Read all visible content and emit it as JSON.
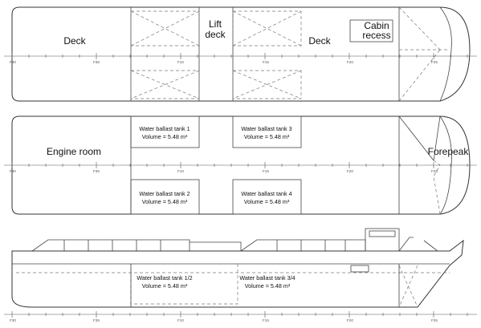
{
  "deck_plan": {
    "deck_left": "Deck",
    "lift_deck": [
      "Lift",
      "deck"
    ],
    "deck_right": "Deck",
    "cabin_recess": [
      "Cabin",
      "recess"
    ]
  },
  "tank_plan": {
    "engine_room": "Engine room",
    "forepeak": "Forepeak",
    "tanks": [
      {
        "name": "Water ballast tank 1",
        "volume": "Volume = 5.48 m³"
      },
      {
        "name": "Water ballast tank 3",
        "volume": "Volume = 5.48 m³"
      },
      {
        "name": "Water ballast tank 2",
        "volume": "Volume = 5.48 m³"
      },
      {
        "name": "Water ballast tank 4",
        "volume": "Volume = 5.48 m³"
      }
    ]
  },
  "side_view": {
    "tanks": [
      {
        "name": "Water ballast tank 1/2",
        "volume": "Volume = 5.48 m³"
      },
      {
        "name": "Water ballast tank 3/4",
        "volume": "Volume = 5.48 m³"
      }
    ]
  },
  "frame_labels": [
    "F30",
    "F35",
    "F10",
    "F15",
    "F20",
    "F25"
  ]
}
